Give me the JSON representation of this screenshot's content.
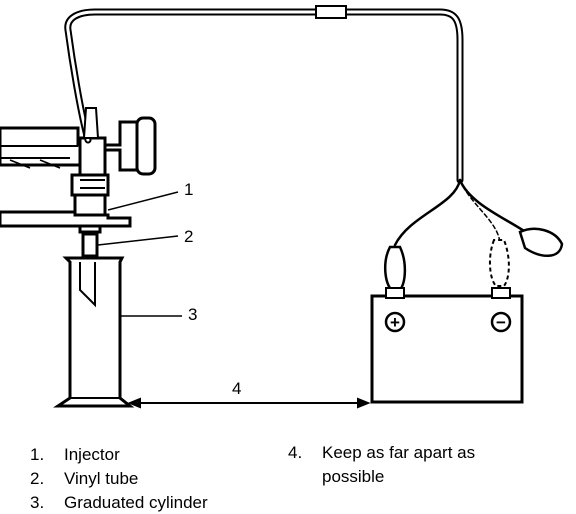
{
  "callouts": [
    "1",
    "2",
    "3",
    "4"
  ],
  "battery": {
    "positive_symbol": "+",
    "negative_symbol": "−"
  },
  "legend": [
    {
      "number": "1.",
      "text": "Injector"
    },
    {
      "number": "2.",
      "text": "Vinyl tube"
    },
    {
      "number": "3.",
      "text": "Graduated cylinder"
    },
    {
      "number": "4.",
      "text": "Keep as far apart as"
    }
  ],
  "legend_item4_line2": "possible"
}
